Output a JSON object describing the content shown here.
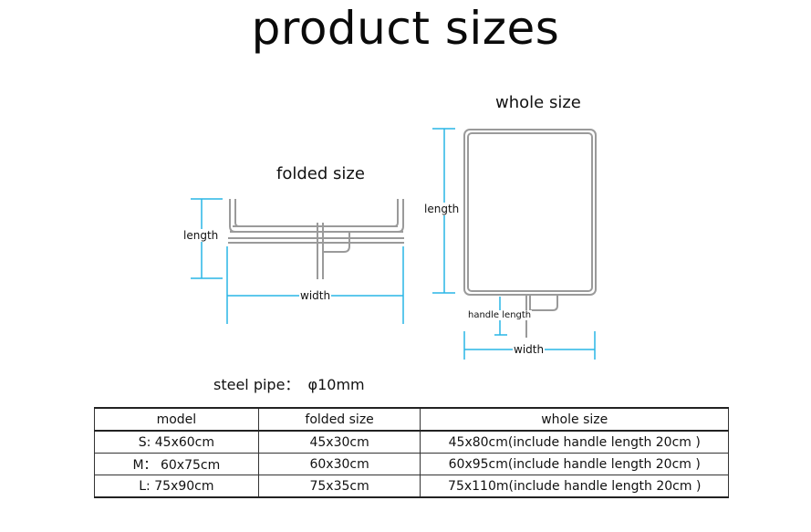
{
  "title": "product sizes",
  "folded": {
    "label": "folded size",
    "length_label": "length",
    "width_label": "width"
  },
  "whole": {
    "label": "whole size",
    "length_label": "length",
    "handle_label": "handle length",
    "width_label": "width"
  },
  "steel_pipe": {
    "label": "steel pipe：",
    "value": "φ10mm"
  },
  "colors": {
    "dimension_line": "#29b6e6",
    "frame": "#9a9a9a"
  },
  "table": {
    "headers": [
      "model",
      "folded size",
      "whole size"
    ],
    "rows": [
      [
        "S: 45x60cm",
        "45x30cm",
        "45x80cm(include handle length 20cm )"
      ],
      [
        "M： 60x75cm",
        "60x30cm",
        "60x95cm(include handle length 20cm )"
      ],
      [
        "L: 75x90cm",
        "75x35cm",
        "75x110m(include handle length 20cm )"
      ]
    ]
  }
}
